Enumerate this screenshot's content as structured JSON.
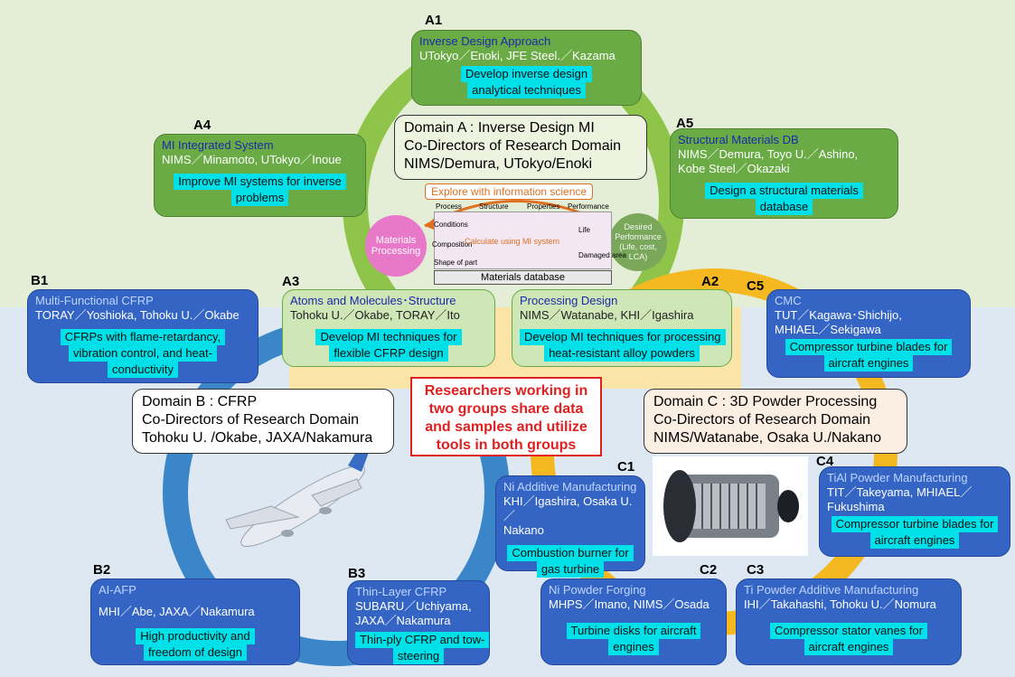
{
  "labels": {
    "a1": "A1",
    "a2": "A2",
    "a3": "A3",
    "a4": "A4",
    "a5": "A5",
    "b1": "B1",
    "b2": "B2",
    "b3": "B3",
    "c1": "C1",
    "c2": "C2",
    "c3": "C3",
    "c4": "C4",
    "c5": "C5"
  },
  "cards": {
    "a1": {
      "title": "Inverse Design Approach",
      "who": "UTokyo／Enoki, JFE Steel.／Kazama",
      "tag1": "Develop inverse design",
      "tag2": "analytical techniques"
    },
    "a4": {
      "title": "MI Integrated System",
      "who": "NIMS／Minamoto, UTokyo／Inoue",
      "tag1": "Improve MI systems for inverse",
      "tag2": "problems"
    },
    "a5": {
      "title": "Structural Materials DB",
      "who1": "NIMS／Demura, Toyo U.／Ashino,",
      "who2": "Kobe Steel／Okazaki",
      "tag1": "Design a structural materials",
      "tag2": "database"
    },
    "a3": {
      "title": "Atoms and Molecules･Structure",
      "who": "Tohoku U.／Okabe, TORAY／Ito",
      "tag1": "Develop MI techniques for",
      "tag2": "flexible CFRP design"
    },
    "a2": {
      "title": "Processing Design",
      "who": "NIMS／Watanabe, KHI／Igashira",
      "tag1": "Develop MI techniques for processing",
      "tag2": "heat-resistant alloy powders"
    },
    "b1": {
      "title": "Multi-Functional  CFRP",
      "who": "TORAY／Yoshioka,  Tohoku U.／Okabe",
      "tag1": "CFRPs with flame-retardancy,",
      "tag2": "vibration control, and heat-",
      "tag3": "conductivity"
    },
    "b2": {
      "title": "AI-AFP",
      "who": "MHI／Abe,  JAXA／Nakamura",
      "tag1": "High productivity and",
      "tag2": "freedom of design"
    },
    "b3": {
      "title": "Thin-Layer CFRP",
      "who1": "SUBARU／Uchiyama,",
      "who2": "JAXA／Nakamura",
      "tag1": "Thin-ply CFRP and tow-",
      "tag2": "steering"
    },
    "c5": {
      "title": "CMC",
      "who1": "TUT／Kagawa･Shichijo,",
      "who2": "MHIAEL／Sekigawa",
      "tag1": "Compressor turbine blades for",
      "tag2": "aircraft engines"
    },
    "c1": {
      "title": "Ni Additive Manufacturing",
      "who1": "KHI／Igashira,  Osaka U.／",
      "who2": "Nakano",
      "tag1": "Combustion burner for",
      "tag2": "gas turbine"
    },
    "c4": {
      "title": "TiAl Powder Manufacturing",
      "who1": "TIT／Takeyama, MHIAEL／",
      "who2": "Fukushima",
      "tag1": "Compressor turbine blades for",
      "tag2": "aircraft engines"
    },
    "c2": {
      "title": "Ni Powder Forging",
      "who": "MHPS／Imano,  NIMS／Osada",
      "tag1": "Turbine disks for aircraft",
      "tag2": "engines"
    },
    "c3": {
      "title": "Ti Powder Additive Manufacturing",
      "who": "IHI／Takahashi, Tohoku U.／Nomura",
      "tag1": "Compressor stator vanes for",
      "tag2": "aircraft engines"
    }
  },
  "domains": {
    "a": {
      "l1": "Domain A : Inverse Design MI",
      "l2": "Co-Directors of Research Domain",
      "l3": "NIMS/Demura, UTokyo/Enoki"
    },
    "b": {
      "l1": "Domain B : CFRP",
      "l2": "Co-Directors of Research Domain",
      "l3": "Tohoku U. /Okabe, JAXA/Nakamura"
    },
    "c": {
      "l1": "Domain C : 3D Powder Processing",
      "l2": "Co-Directors of Research Domain",
      "l3": "NIMS/Watanabe, Osaka U./Nakano"
    }
  },
  "center": {
    "l1": "Researchers working in",
    "l2": "two groups share data",
    "l3": "and samples and utilize",
    "l4": "tools in both groups"
  },
  "mi_diagram": {
    "explore": "Explore with information science",
    "processing": "Materials Processing",
    "performance": "Desired Performance (Life, cost, LCA)",
    "process": "Process",
    "structure": "Structure",
    "properties": "Properties",
    "perf_col": "Performance",
    "conditions": "Conditions",
    "composition": "Composition",
    "shape": "Shape of part",
    "life": "Life",
    "damaged": "Damaged area",
    "calculate": "Calculate using MI system",
    "database": "Materials database"
  },
  "colors": {
    "ring_a": "#8fc44a",
    "ring_b": "#3b86c8",
    "ring_c": "#f5b820",
    "tag": "#00e0e8"
  }
}
